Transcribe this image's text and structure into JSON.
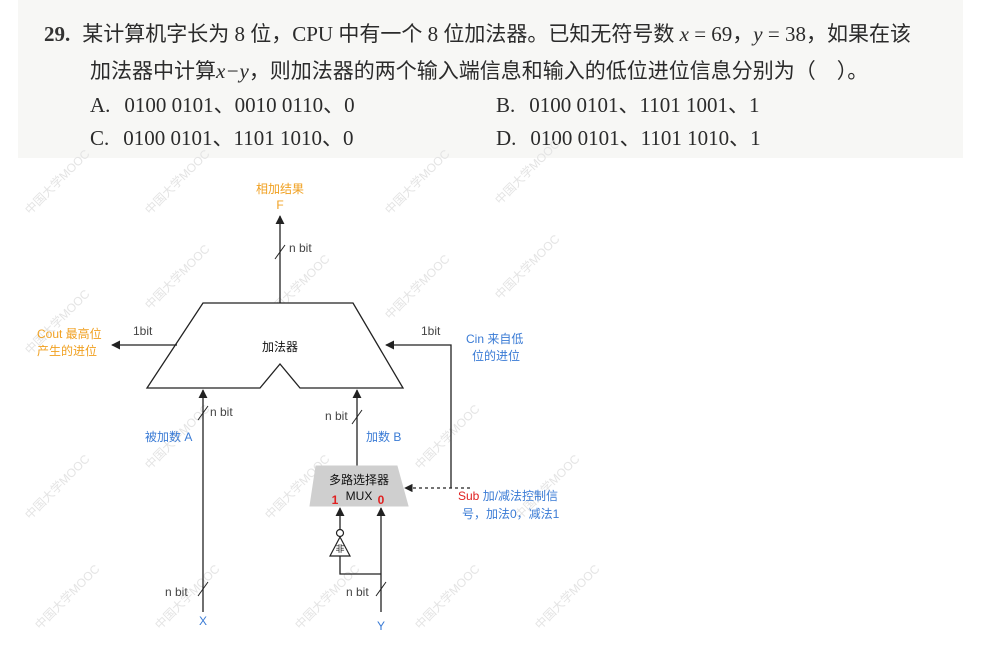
{
  "question": {
    "number": "29.",
    "line1_a": "某计算机字长为 8 位，CPU 中有一个 8 位加法器。已知无符号数 ",
    "line1_x": "x",
    "line1_b": " = 69，",
    "line1_y": "y",
    "line1_c": " = 38，如果在该",
    "line2_a": "加法器中计算",
    "line2_expr": "x−y",
    "line2_b": "，则加法器的两个输入端信息和输入的低位进位信息分别为（　）。",
    "options": [
      {
        "letter": "A.",
        "text": "0100 0101、0010 0110、0"
      },
      {
        "letter": "B.",
        "text": "0100 0101、1101 1001、1"
      },
      {
        "letter": "C.",
        "text": "0100 0101、1101 1010、0"
      },
      {
        "letter": "D.",
        "text": "0100 0101、1101 1010、1"
      }
    ]
  },
  "diagram": {
    "result_label": "相加结果",
    "result_var": "F",
    "nbit": "n bit",
    "onebit": "1bit",
    "adder": "加法器",
    "cout_line1": "Cout 最高位",
    "cout_line2": "产生的进位",
    "cin_line1": "Cin 来自低",
    "cin_line2": "位的进位",
    "addend_a": "被加数 A",
    "addend_b": "加数 B",
    "mux_line1": "多路选择器",
    "mux_line2": "MUX",
    "mux_in1": "1",
    "mux_in0": "0",
    "not_gate": "非",
    "sub_word": "Sub",
    "sub_line1_rest": " 加/减法控制信",
    "sub_line2": "号，加法0，减法1",
    "input_x": "X",
    "input_y": "Y",
    "watermark": "中国大学MOOC",
    "colors": {
      "orange": "#f0a020",
      "blue": "#3a7bd5",
      "red": "#e02020",
      "line": "#222222",
      "mux_fill": "#cfcfcf",
      "watermark": "#e4e4e4"
    }
  }
}
